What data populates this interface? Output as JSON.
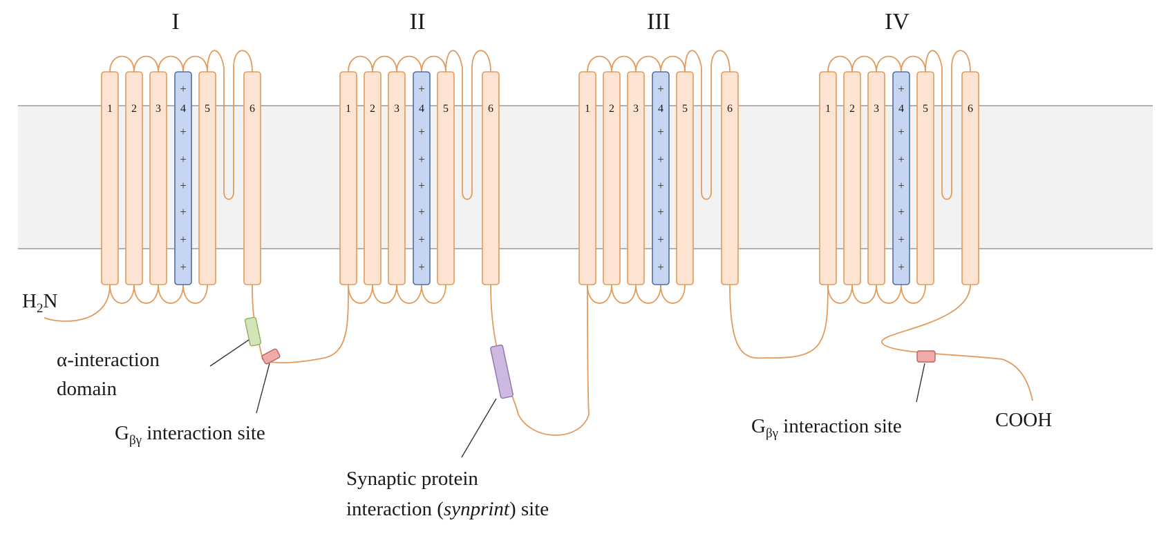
{
  "colors": {
    "membrane_fill": "#f2f2f2",
    "membrane_line": "#9a9a9a",
    "segment_fill": "#fde3d2",
    "segment_stroke": "#e39a5a",
    "s4_fill": "#c6d6f2",
    "s4_stroke": "#4f6f9e",
    "aid_fill": "#d3e4b9",
    "gbg_fill": "#f0aaaa",
    "synprint_fill": "#cdb8e0"
  },
  "domains": [
    {
      "label": "I"
    },
    {
      "label": "II"
    },
    {
      "label": "III"
    },
    {
      "label": "IV"
    }
  ],
  "segments": [
    "1",
    "2",
    "3",
    "4",
    "5",
    "6"
  ],
  "s4_charge": "+",
  "termini": {
    "n": {
      "main": "H",
      "sub": "2",
      "tail": "N"
    },
    "c": "COOH"
  },
  "annotations": {
    "aid": {
      "line1": "α-interaction",
      "line2": "domain"
    },
    "gbg_left": {
      "g": "G",
      "sub": "βγ",
      "text": " interaction site"
    },
    "gbg_right": {
      "g": "G",
      "sub": "βγ",
      "text": " interaction site"
    },
    "synprint": {
      "line1": "Synaptic protein",
      "pre": "interaction (",
      "italic": "synprint",
      "post": ") site"
    }
  }
}
